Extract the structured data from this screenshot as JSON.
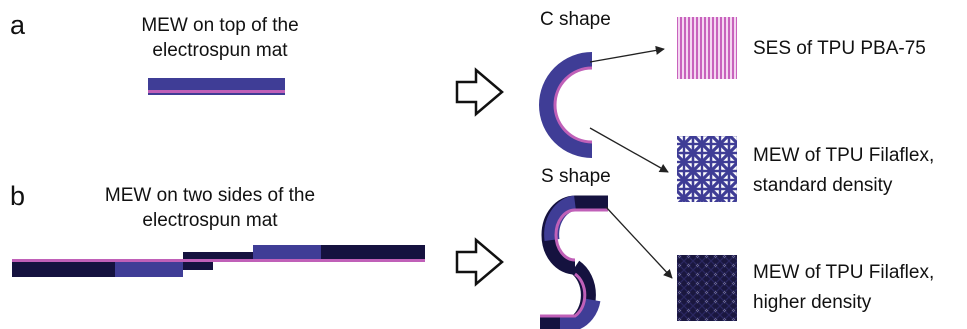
{
  "panels": {
    "a": {
      "label": "a",
      "caption_line1": "MEW on top of the",
      "caption_line2": "electrospun mat",
      "shape_title": "C shape"
    },
    "b": {
      "label": "b",
      "caption_line1": "MEW on two sides of the",
      "caption_line2": "electrospun mat",
      "shape_title": "S shape"
    }
  },
  "legend": {
    "ses": {
      "line1": "SES of TPU PBA-75",
      "line2": ""
    },
    "mew_standard": {
      "line1": "MEW of TPU Filaflex,",
      "line2": "standard density"
    },
    "mew_higher": {
      "line1": "MEW of TPU Filaflex,",
      "line2": "higher density"
    }
  },
  "colors": {
    "mew_blue": "#3f3d96",
    "mew_dark": "#15123f",
    "electrospun_pink": "#c060b8",
    "ses_pink": "#d98ed4",
    "arrow": "#222222"
  }
}
